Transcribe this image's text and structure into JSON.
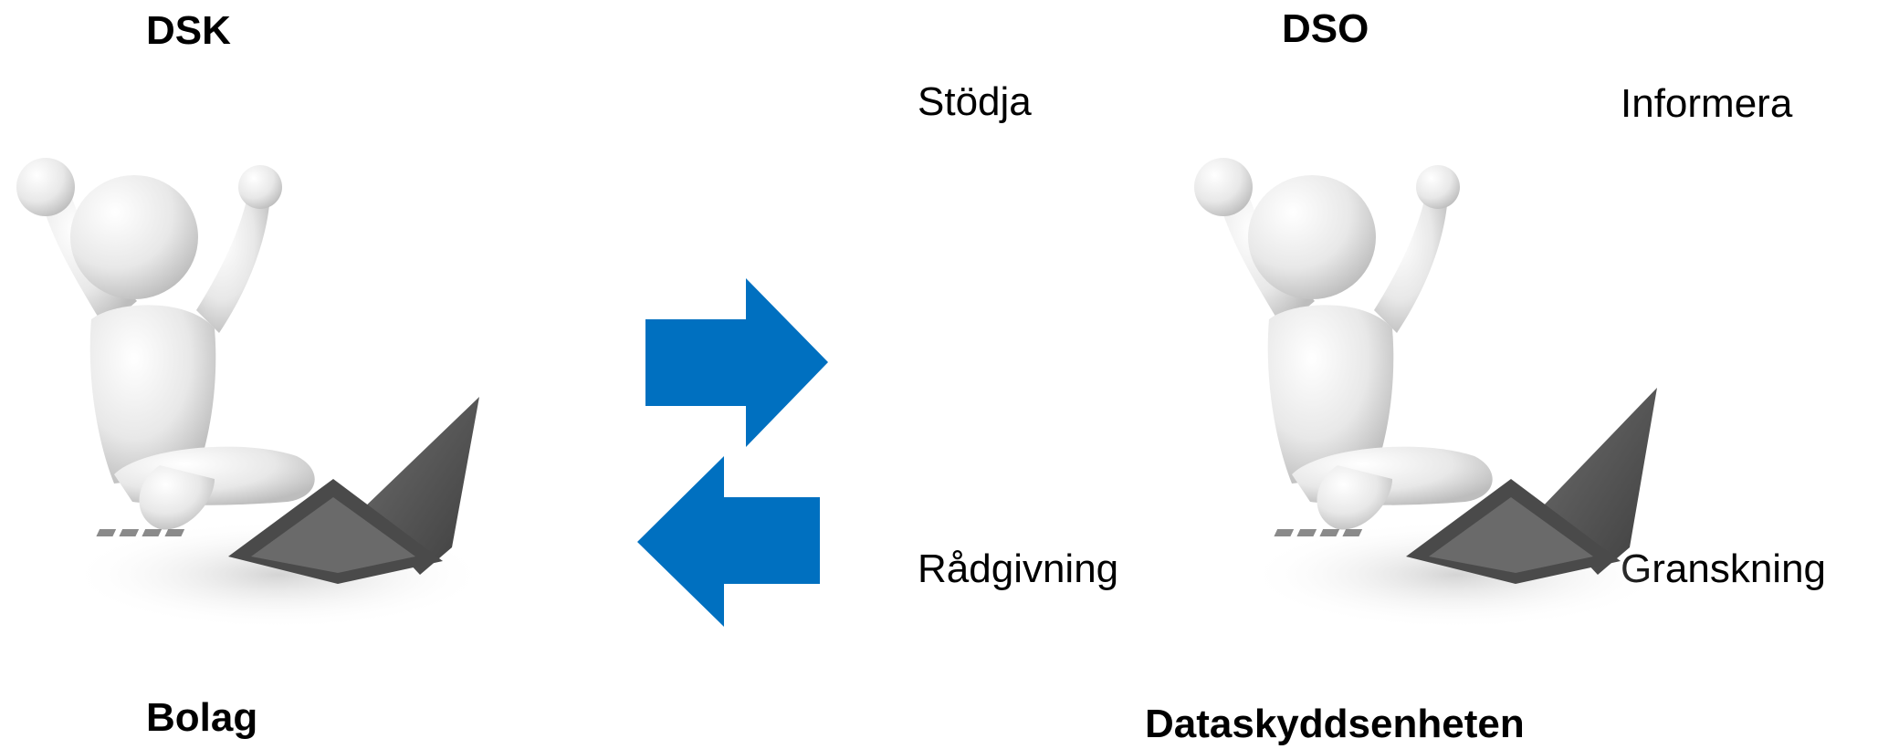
{
  "left": {
    "top_label": "DSK",
    "bottom_label": "Bolag"
  },
  "right": {
    "top_label": "DSO",
    "bottom_label": "Dataskyddsenheten"
  },
  "activities": {
    "stodja": "Stödja",
    "radgivning": "Rådgivning",
    "informera": "Informera",
    "granskning": "Granskning"
  },
  "colors": {
    "arrow": "#0070c0",
    "figure": "#e6e6e6",
    "laptop": "#555555"
  },
  "icons": {
    "figure": "person-with-laptop-icon",
    "arrow_right": "arrow-right-icon",
    "arrow_left": "arrow-left-icon"
  }
}
